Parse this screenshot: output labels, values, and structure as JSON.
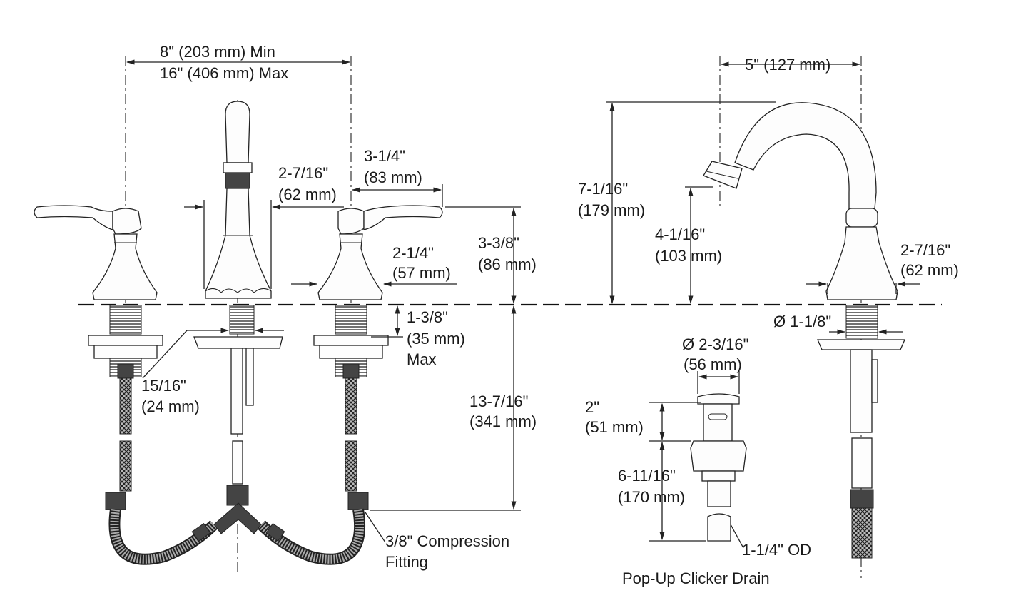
{
  "dimensions": {
    "spread": {
      "line1": "8\" (203 mm) Min",
      "line2": "16\" (406 mm) Max"
    },
    "spout_reach_front": {
      "line1": "3-1/4\"",
      "line2": "(83 mm)"
    },
    "spout_base_front": {
      "line1": "2-7/16\"",
      "line2": "(62 mm)"
    },
    "handle_height": {
      "line1": "3-3/8\"",
      "line2": "(86 mm)"
    },
    "handle_base": {
      "line1": "2-1/4\"",
      "line2": "(57 mm)"
    },
    "deck_thickness": {
      "line1": "1-3/8\"",
      "line2": "(35 mm)",
      "line3": "Max"
    },
    "shank_dia": {
      "line1": "15/16\"",
      "line2": "(24 mm)"
    },
    "supply_length": {
      "line1": "13-7/16\"",
      "line2": "(341 mm)"
    },
    "compression": {
      "line1": "3/8\" Compression",
      "line2": "Fitting"
    },
    "spout_reach_side": {
      "line1": "5\" (127 mm)"
    },
    "spout_height": {
      "line1": "7-1/16\"",
      "line2": "(179 mm)"
    },
    "spout_outlet_height": {
      "line1": "4-1/16\"",
      "line2": "(103 mm)"
    },
    "spout_base_side": {
      "line1": "2-7/16\"",
      "line2": "(62 mm)"
    },
    "spout_shank_dia": {
      "line1": "Ø 1-1/8\""
    },
    "drain_dia": {
      "line1": "Ø 2-3/16\"",
      "line2": "(56 mm)"
    },
    "drain_flange": {
      "line1": "2\"",
      "line2": "(51 mm)"
    },
    "drain_length": {
      "line1": "6-11/16\"",
      "line2": "(170 mm)"
    },
    "drain_od": {
      "line1": "1-1/4\" OD"
    },
    "drain_caption": "Pop-Up Clicker Drain"
  }
}
